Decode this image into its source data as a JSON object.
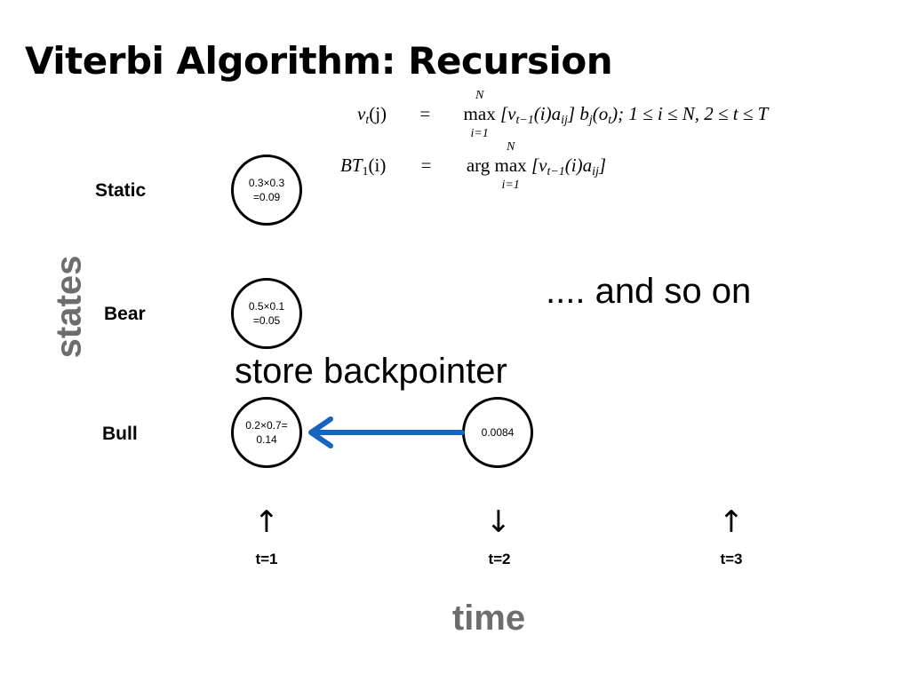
{
  "slide": {
    "title": "Viterbi Algorithm: Recursion",
    "states_axis_label": "states",
    "time_axis_label": "time",
    "note_and_so_on": ".... and so on",
    "note_backpointer": "store backpointer"
  },
  "equations": {
    "line1": {
      "lhs": "v",
      "lhs_sub": "t",
      "lhs_arg": "(j)",
      "eq": "=",
      "op": "max",
      "op_sup": "N",
      "op_sub": "i=1",
      "body": "[v",
      "body_sub": "t−1",
      "body2": "(i)a",
      "body2_sub": "ij",
      "body3": "] b",
      "body3_sub": "j",
      "body4": "(o",
      "body4_sub": "t",
      "body5": "); 1 ≤ i ≤ N, 2 ≤ t ≤ T"
    },
    "line2": {
      "lhs": "BT",
      "lhs_sub": "1",
      "lhs_arg": "(i)",
      "eq": "=",
      "pre": "arg",
      "op": "max",
      "op_sup": "N",
      "op_sub": "i=1",
      "body": "[v",
      "body_sub": "t−1",
      "body2": "(i)a",
      "body2_sub": "ij",
      "body3": "]"
    }
  },
  "states": [
    "Static",
    "Bear",
    "Bull"
  ],
  "nodes": {
    "static_t1": "0.3×0.3\n=0.09",
    "bear_t1": "0.5×0.1\n=0.05",
    "bull_t1": "0.2×0.7=\n0.14",
    "bull_t2": "0.0084"
  },
  "timesteps": [
    {
      "label": "t=1",
      "arrow": "↑"
    },
    {
      "label": "t=2",
      "arrow": "↓"
    },
    {
      "label": "t=3",
      "arrow": "↑"
    }
  ],
  "colors": {
    "backpointer_arrow": "#1565c0",
    "axis_label": "#6d6d6d"
  }
}
